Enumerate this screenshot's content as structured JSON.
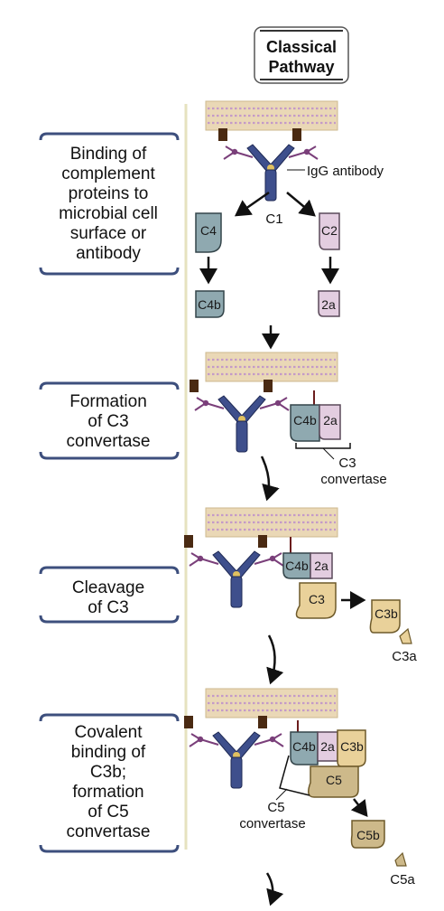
{
  "header": {
    "line1": "Classical",
    "line2": "Pathway"
  },
  "stages": [
    {
      "lines": [
        "Binding of",
        "complement",
        "proteins to",
        "microbial cell",
        "surface or",
        "antibody"
      ]
    },
    {
      "lines": [
        "Formation",
        "of C3",
        "convertase"
      ]
    },
    {
      "lines": [
        "Cleavage",
        "of C3"
      ]
    },
    {
      "lines": [
        "Covalent",
        "binding of",
        "C3b;",
        "formation",
        "of C5",
        "convertase"
      ]
    }
  ],
  "annotations": {
    "igg": "IgG antibody",
    "c1": "C1",
    "c3conv1": "C3",
    "c3conv2": "convertase",
    "c5conv1": "C5",
    "c5conv2": "convertase"
  },
  "proteins": {
    "c4": "C4",
    "c2": "C2",
    "c4b": "C4b",
    "c2a": "2a",
    "c3": "C3",
    "c3b": "C3b",
    "c3a": "C3a",
    "c5": "C5",
    "c5b": "C5b",
    "c5a": "C5a"
  },
  "colors": {
    "c4": "#8fa9b0",
    "c2": "#e3cde0",
    "c3": "#e9d19a",
    "c5": "#cdb98a",
    "membrane": "#ead8b6",
    "membrane_dots": "#c49ac8",
    "antibody": "#3e4f8c",
    "antibody_glyco": "#7a3f7a",
    "c1_stalk": "#4a2a12"
  }
}
